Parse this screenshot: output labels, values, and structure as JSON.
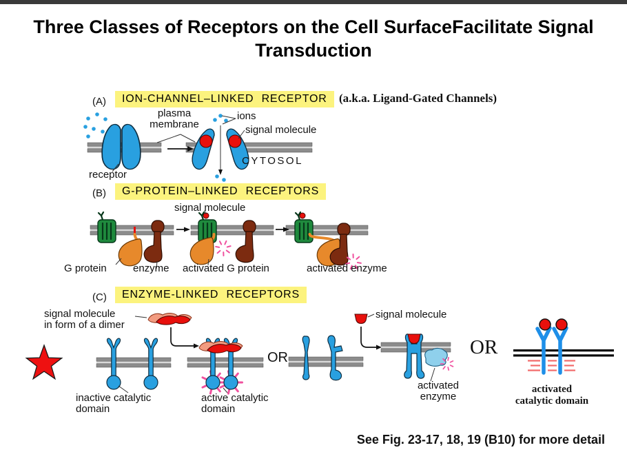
{
  "page": {
    "title_line1": "Three Classes of Receptors on the Cell Surface",
    "title_line2": "Facilitate Signal Transduction",
    "footer_note": "See Fig. 23-17, 18, 19 (B10) for more detail"
  },
  "section_a": {
    "tag": "(A)",
    "heading": "ION-CHANNEL–LINKED RECEPTOR",
    "aka_note": "(a.k.a. Ligand-Gated Channels)",
    "label_plasma_line1": "plasma",
    "label_plasma_line2": "membrane",
    "label_ions": "ions",
    "label_signal_molecule": "signal molecule",
    "label_cytosol": "CYTOSOL",
    "label_receptor": "receptor"
  },
  "section_b": {
    "tag": "(B)",
    "heading": "G-PROTEIN–LINKED RECEPTORS",
    "label_signal_molecule": "signal molecule",
    "label_g_protein": "G protein",
    "label_enzyme": "enzyme",
    "label_activated_g_protein": "activated G protein",
    "label_activated_enzyme": "activated enzyme"
  },
  "section_c": {
    "tag": "(C)",
    "heading": "ENZYME-LINKED RECEPTORS",
    "label_signal_dimer_line1": "signal molecule",
    "label_signal_dimer_line2": "in form of a dimer",
    "label_inactive_line1": "inactive catalytic",
    "label_inactive_line2": "domain",
    "label_active_line1": "active catalytic",
    "label_active_line2": "domain",
    "or_left": "OR",
    "label_signal_molecule": "signal molecule",
    "label_activated_enzyme_line1": "activated",
    "label_activated_enzyme_line2": "enzyme",
    "or_right": "OR",
    "label_activated_catalytic_line1": "activated",
    "label_activated_catalytic_line2": "catalytic domain"
  },
  "icons": {
    "star": "red-five-point-star-marker"
  },
  "colors": {
    "highlight": "#FCF37E",
    "topbar_gray": "#3A3A3A",
    "receptor_blue": "#29A0E0",
    "ion_blue": "#29A0E0",
    "signal_red": "#E8100C",
    "dimer_salmon": "#F29B80",
    "gpcr_green": "#1F8A3D",
    "gprotein_orange": "#E7892B",
    "enzyme_brown": "#7C2B10",
    "enzyme_lightblue": "#8FD0EC",
    "activation_pink": "#F0509E",
    "membrane_gray": "#8C8C8C",
    "handdrawn_blue": "#1E8FE8",
    "star_red": "#EE1111"
  }
}
